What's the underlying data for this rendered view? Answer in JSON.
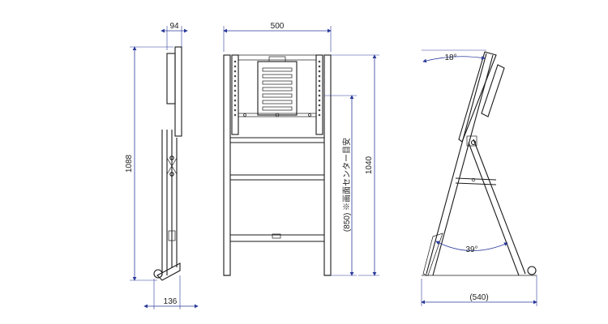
{
  "dimensions": {
    "side_depth": "94",
    "side_height": "1088",
    "side_base": "136",
    "front_width": "500",
    "front_height": "1040",
    "screen_center_note": "(850) ※画面センター目安",
    "tilt_angle": "18°",
    "leg_angle": "39°",
    "tilted_base": "(540)"
  },
  "colors": {
    "line": "#1a1a1a",
    "dimension_line": "#2a3a9a",
    "background": "#ffffff"
  }
}
